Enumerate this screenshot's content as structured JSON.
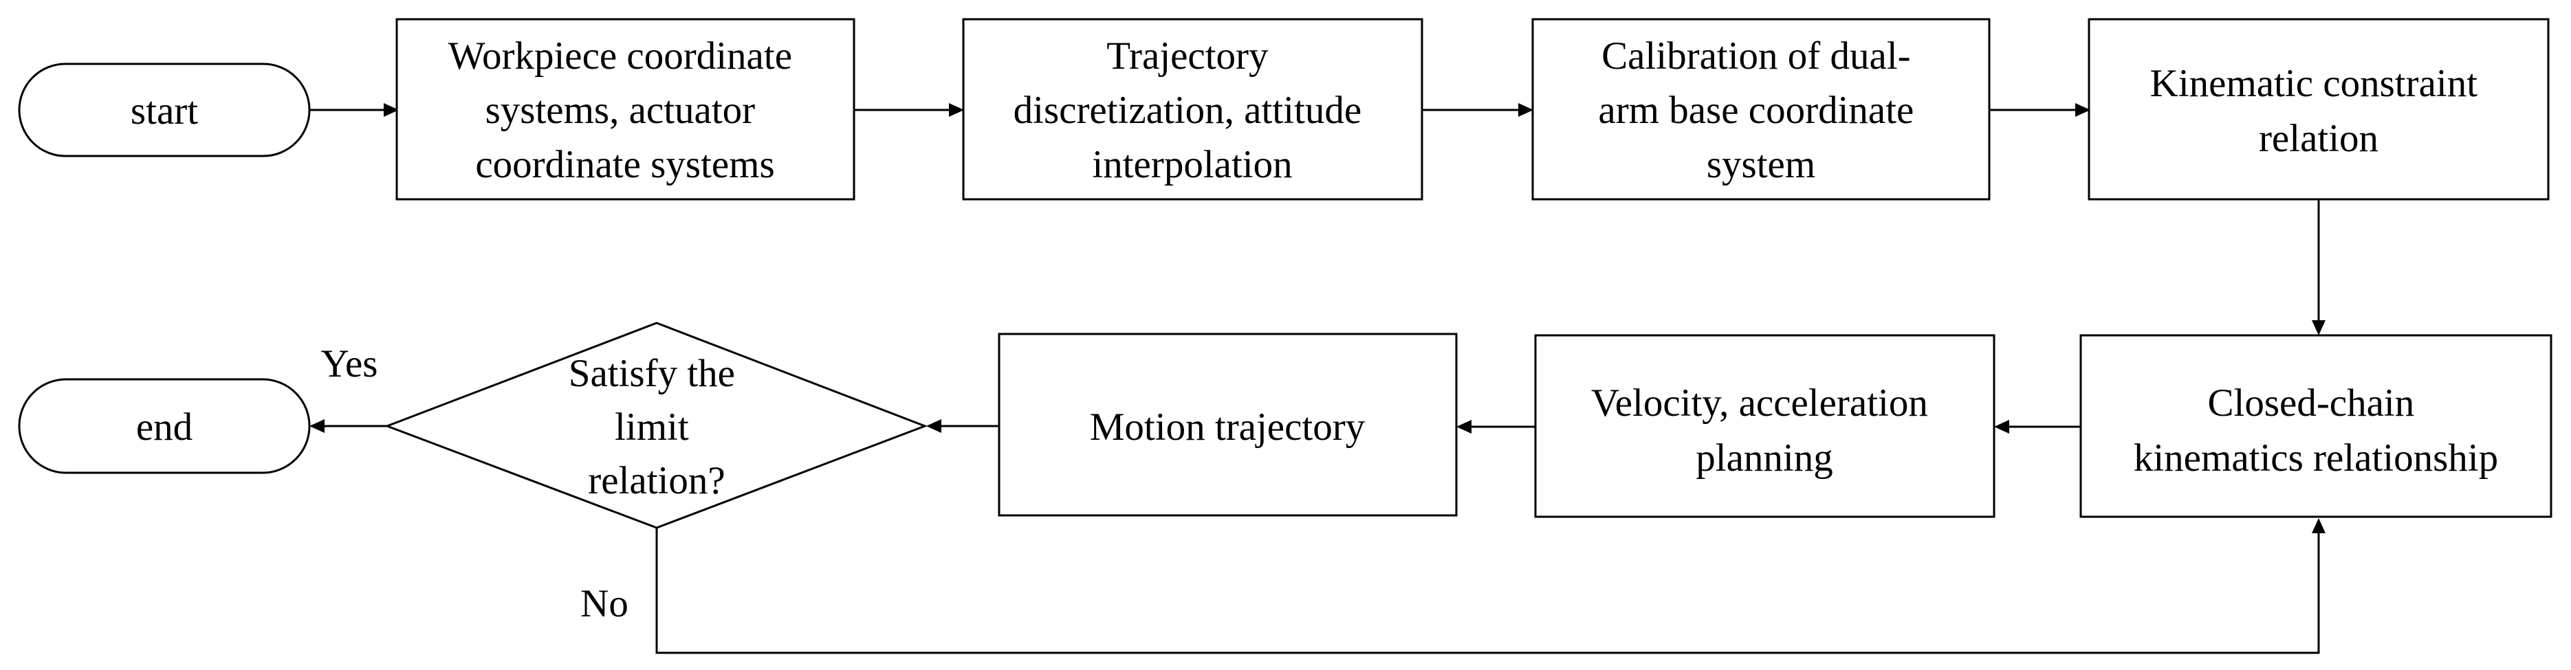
{
  "diagram": {
    "type": "flowchart",
    "nodes": {
      "start": {
        "shape": "terminal",
        "lines": [
          "start"
        ]
      },
      "coord_systems": {
        "shape": "process",
        "lines": [
          "Workpiece coordinate",
          "systems, actuator",
          "coordinate systems"
        ]
      },
      "discretization": {
        "shape": "process",
        "lines": [
          "Trajectory",
          "discretization, attitude",
          "interpolation"
        ]
      },
      "calibration": {
        "shape": "process",
        "lines": [
          "Calibration of dual-",
          "arm base coordinate",
          "system"
        ]
      },
      "kinematic_constraint": {
        "shape": "process",
        "lines": [
          "Kinematic constraint",
          "relation"
        ]
      },
      "closed_chain": {
        "shape": "process",
        "lines": [
          "Closed-chain",
          "kinematics relationship"
        ]
      },
      "velocity_planning": {
        "shape": "process",
        "lines": [
          "Velocity, acceleration",
          "planning"
        ]
      },
      "motion_trajectory": {
        "shape": "process",
        "lines": [
          "Motion trajectory"
        ]
      },
      "limit_check": {
        "shape": "decision",
        "lines": [
          "Satisfy the",
          "limit",
          "relation?"
        ]
      },
      "end": {
        "shape": "terminal",
        "lines": [
          "end"
        ]
      }
    },
    "edges": [
      {
        "from": "start",
        "to": "coord_systems",
        "label": ""
      },
      {
        "from": "coord_systems",
        "to": "discretization",
        "label": ""
      },
      {
        "from": "discretization",
        "to": "calibration",
        "label": ""
      },
      {
        "from": "calibration",
        "to": "kinematic_constraint",
        "label": ""
      },
      {
        "from": "kinematic_constraint",
        "to": "closed_chain",
        "label": ""
      },
      {
        "from": "closed_chain",
        "to": "velocity_planning",
        "label": ""
      },
      {
        "from": "velocity_planning",
        "to": "motion_trajectory",
        "label": ""
      },
      {
        "from": "motion_trajectory",
        "to": "limit_check",
        "label": ""
      },
      {
        "from": "limit_check",
        "to": "end",
        "label": "Yes"
      },
      {
        "from": "limit_check",
        "to": "closed_chain",
        "label": "No"
      }
    ]
  }
}
